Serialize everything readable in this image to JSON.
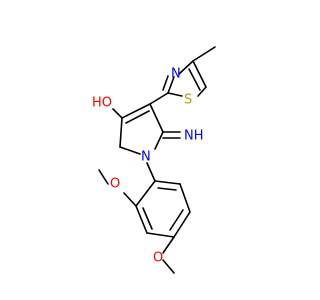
{
  "molecule": {
    "atoms": {
      "oh": "HO",
      "imine": "NH",
      "ring_nitrogen": "N",
      "thiazole_nitrogen": "N",
      "thiazole_sulfur": "S",
      "methoxy_oxygen_upper": "O",
      "methoxy_oxygen_lower": "O"
    },
    "colors": {
      "bond": "#000000",
      "oxygen": "#ff0000",
      "nitrogen": "#0000ff",
      "sulfur": "#b8a000"
    }
  }
}
